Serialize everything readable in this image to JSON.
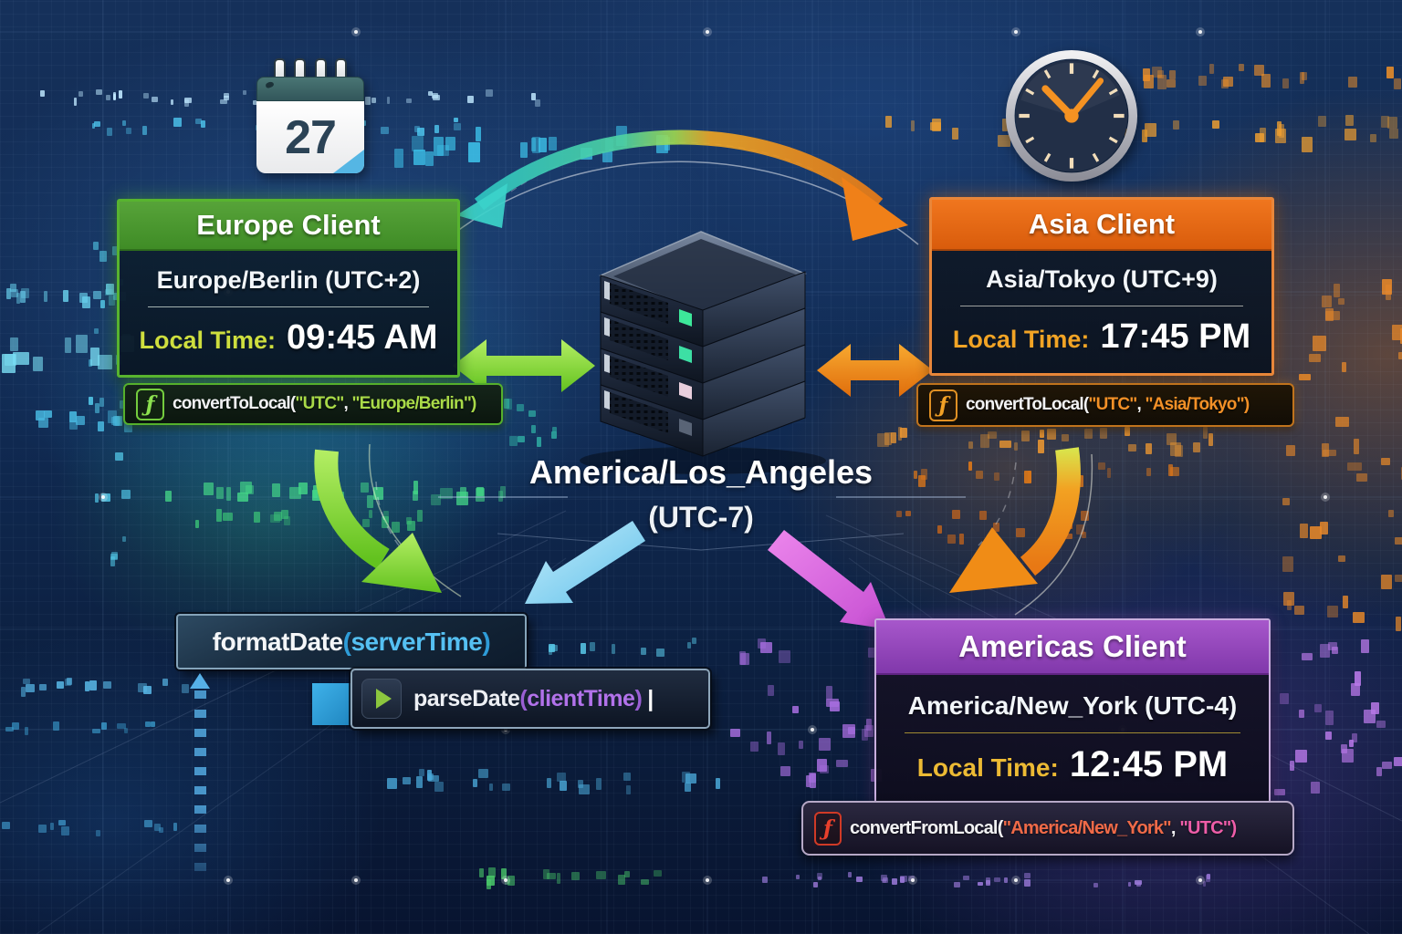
{
  "calendar": {
    "day": "27"
  },
  "server": {
    "name": "America/Los_Angeles",
    "offset": "(UTC-7)"
  },
  "europe": {
    "title": "Europe Client",
    "timezone": "Europe/Berlin (UTC+2)",
    "time_label": "Local Time:",
    "time": "09:45 AM",
    "code": {
      "icon": "ƒ",
      "fn": "convertToLocal",
      "open": "(",
      "arg1": "\"UTC\"",
      "comma": ", ",
      "arg2": "\"Europe/Berlin\"",
      "close": ")"
    }
  },
  "asia": {
    "title": "Asia Client",
    "timezone": "Asia/Tokyo (UTC+9)",
    "time_label": "Local Time:",
    "time": "17:45 PM",
    "code": {
      "icon": "ƒ",
      "fn": "convertToLocal",
      "open": "(",
      "arg1": "\"UTC\"",
      "comma": ", ",
      "arg2": "\"Asia/Tokyo\"",
      "close": ")"
    }
  },
  "americas": {
    "title": "Americas Client",
    "timezone": "America/New_York (UTC-4)",
    "time_label": "Local Time:",
    "time": "12:45 PM",
    "code": {
      "icon": "ƒ",
      "fn": "convertFromLocal",
      "open": "(",
      "arg1": "\"America/New_York\"",
      "comma": ", ",
      "arg2": "\"UTC\"",
      "close": ")"
    }
  },
  "snippets": {
    "format_date": {
      "fn": "formatDate",
      "open": "(",
      "arg": "serverTime",
      "close": ")"
    },
    "parse_date": {
      "fn": "parseDate",
      "open": "(",
      "arg": "clientTime",
      "close": ")",
      "cursor": "|"
    }
  },
  "colors": {
    "europe_accent": "#58b42f",
    "asia_accent": "#e8731f",
    "americas_accent": "#9b4fc0",
    "sync_arc_teal": "#2fc8c4",
    "sync_arc_orange": "#ee7d14",
    "format_arrow_blue": "#8fd4f0",
    "parse_arrow_magenta": "#d96ee0",
    "background": "#122a50"
  }
}
